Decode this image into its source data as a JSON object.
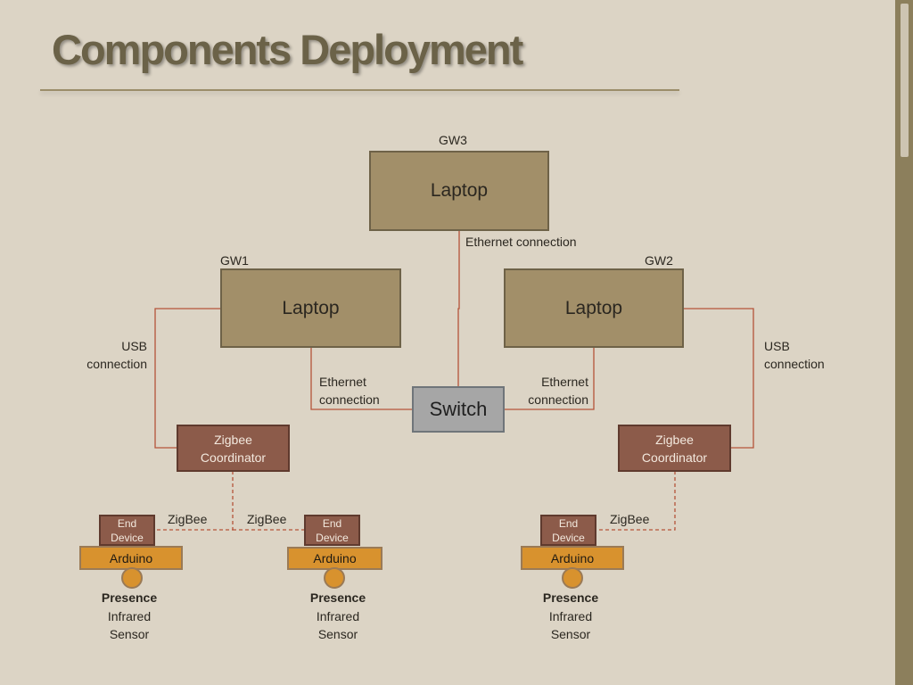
{
  "slide": {
    "title": "Components Deployment"
  },
  "nodes": {
    "gw3": {
      "tag": "GW3",
      "label": "Laptop"
    },
    "gw1": {
      "tag": "GW1",
      "label": "Laptop"
    },
    "gw2": {
      "tag": "GW2",
      "label": "Laptop"
    },
    "switch": {
      "label": "Switch"
    },
    "coord_left": {
      "line1": "Zigbee",
      "line2": "Coordinator"
    },
    "coord_right": {
      "line1": "Zigbee",
      "line2": "Coordinator"
    },
    "end_devices": [
      {
        "line1": "End",
        "line2": "Device",
        "board": "Arduino",
        "sensor_bold": "Presence",
        "sensor_line2": "Infrared",
        "sensor_line3": "Sensor"
      },
      {
        "line1": "End",
        "line2": "Device",
        "board": "Arduino",
        "sensor_bold": "Presence",
        "sensor_line2": "Infrared",
        "sensor_line3": "Sensor"
      },
      {
        "line1": "End",
        "line2": "Device",
        "board": "Arduino",
        "sensor_bold": "Presence",
        "sensor_line2": "Infrared",
        "sensor_line3": "Sensor"
      }
    ]
  },
  "connections": {
    "gw3_ethernet": "Ethernet connection",
    "gw1_usb": {
      "line1": "USB",
      "line2": "connection"
    },
    "gw2_usb": {
      "line1": "USB",
      "line2": "connection"
    },
    "gw1_ethernet": {
      "line1": "Ethernet",
      "line2": "connection"
    },
    "gw2_ethernet": {
      "line1": "Ethernet",
      "line2": "connection"
    },
    "zigbee_labels": [
      "ZigBee",
      "ZigBee",
      "ZigBee"
    ]
  },
  "colors": {
    "wire": "#b5533a",
    "laptop": "#a28f69",
    "coordinator": "#8c5b4a",
    "arduino": "#d8922e",
    "switch": "#a6a6a6"
  }
}
